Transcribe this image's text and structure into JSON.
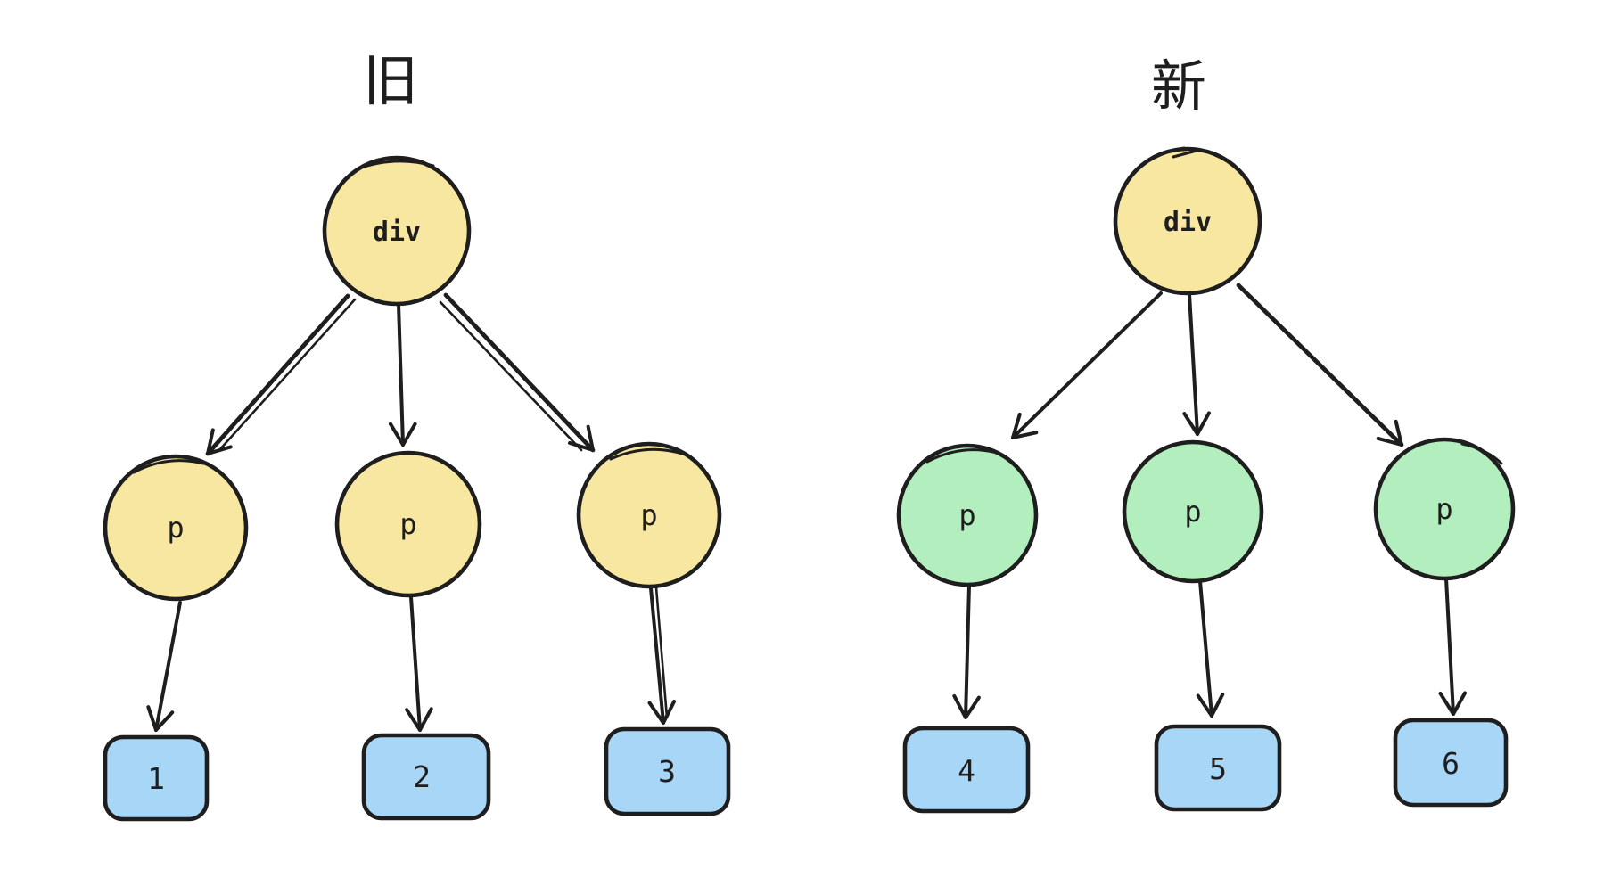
{
  "colors": {
    "background": "#ffffff",
    "stroke": "#1e1e1e",
    "yellow_node": "#f8e7a1",
    "green_node": "#b3efbe",
    "blue_leaf": "#a8d6f6"
  },
  "old_tree": {
    "title": "旧",
    "root": {
      "label": "div"
    },
    "children": [
      {
        "label": "p"
      },
      {
        "label": "p"
      },
      {
        "label": "p"
      }
    ],
    "leaves": [
      {
        "label": "1"
      },
      {
        "label": "2"
      },
      {
        "label": "3"
      }
    ]
  },
  "new_tree": {
    "title": "新",
    "root": {
      "label": "div"
    },
    "children": [
      {
        "label": "p"
      },
      {
        "label": "p"
      },
      {
        "label": "p"
      }
    ],
    "leaves": [
      {
        "label": "4"
      },
      {
        "label": "5"
      },
      {
        "label": "6"
      }
    ]
  }
}
